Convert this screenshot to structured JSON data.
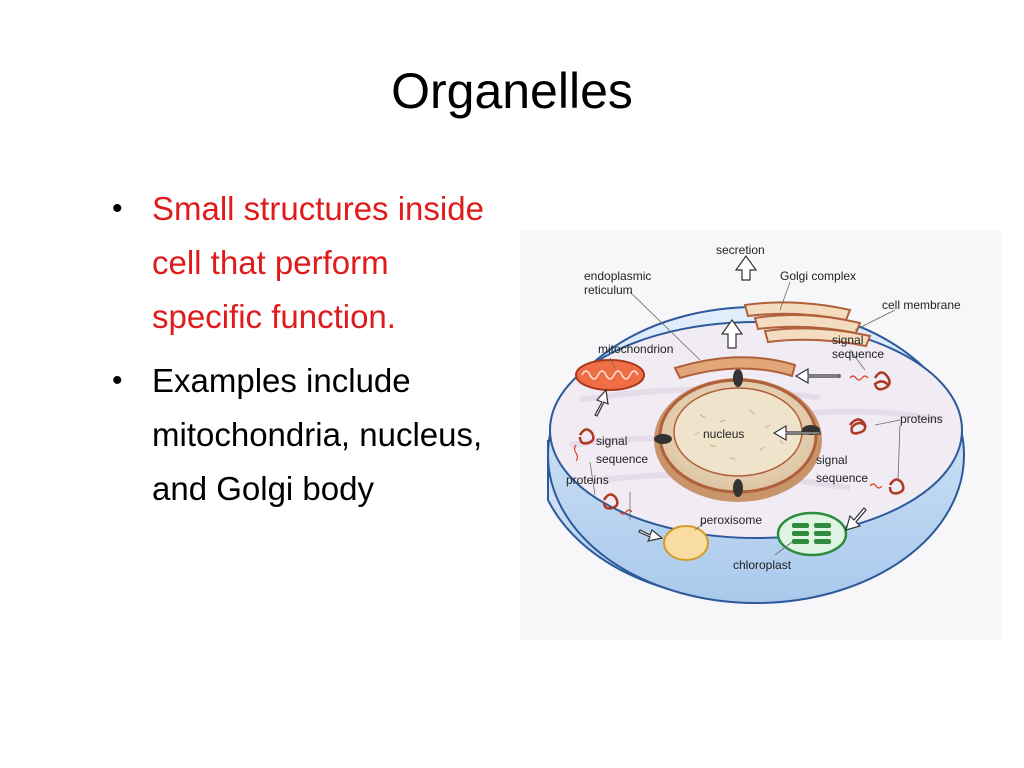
{
  "slide": {
    "title": "Organelles",
    "bullets": [
      "Small structures inside cell that perform specific function.",
      "Examples include mitochondria, nucleus, and Golgi body"
    ]
  },
  "diagram": {
    "labels": {
      "secretion": "secretion",
      "er_line1": "endoplasmic",
      "er_line2": "reticulum",
      "golgi": "Golgi complex",
      "membrane": "cell membrane",
      "mitochondrion": "mitochondrion",
      "signal_seq_tr_1": "signal",
      "signal_seq_tr_2": "sequence",
      "proteins_right": "proteins",
      "nucleus": "nucleus",
      "signal_seq_left_1": "signal",
      "signal_seq_left_2": "sequence",
      "proteins_left": "proteins",
      "signal_seq_right_1": "signal",
      "signal_seq_right_2": "sequence",
      "peroxisome": "peroxisome",
      "chloroplast": "chloroplast"
    },
    "colors": {
      "cell_fill": "#f4eef6",
      "cell_rim": "#c6dcf2",
      "nucleus_fill": "#efdcc2",
      "organelle_outline": "#b0603a",
      "mitochondrion": "#e06a45",
      "peroxisome_fill": "#f8dca0",
      "chloroplast_outline": "#2e8b3d",
      "protein_red": "#b03820"
    }
  }
}
